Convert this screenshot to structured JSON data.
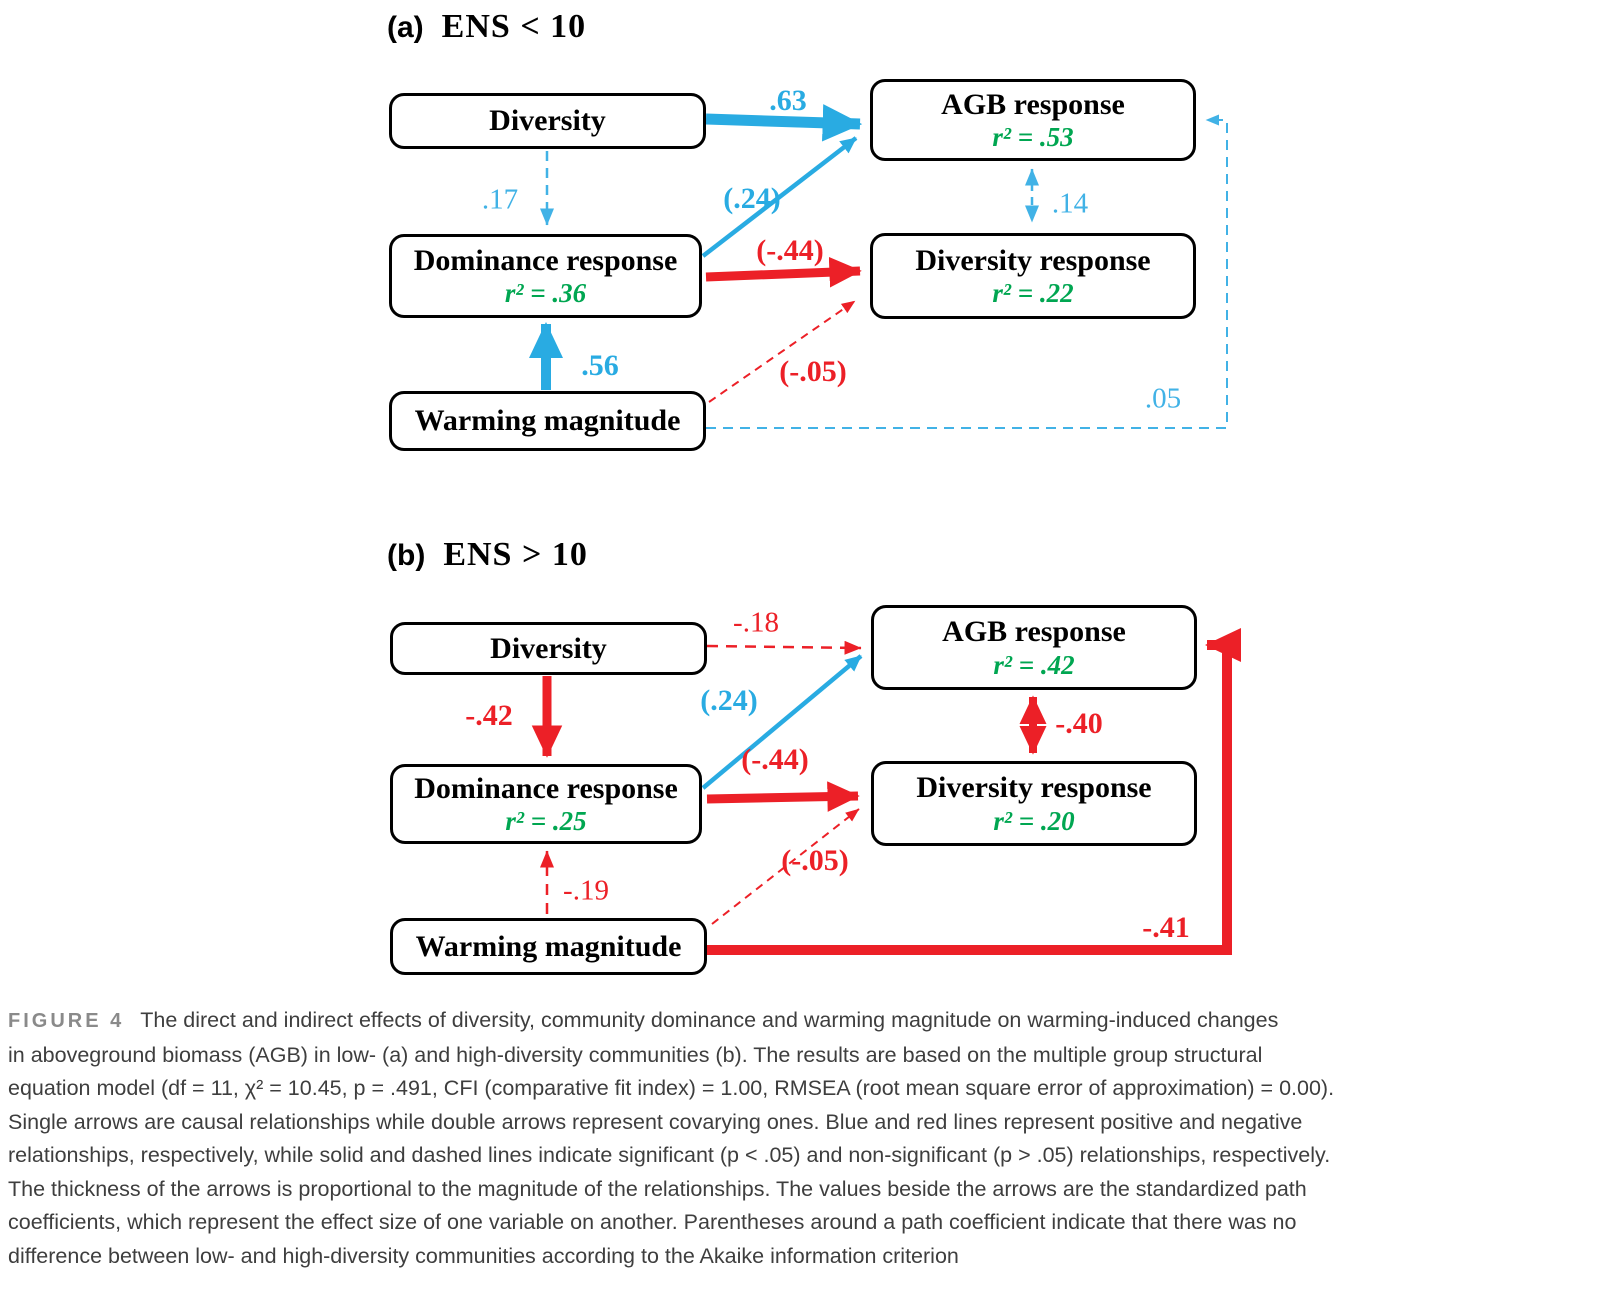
{
  "colors": {
    "blue": "#29ABE2",
    "blue_light": "#41B2E6",
    "red": "#EC2027",
    "green": "#00A651"
  },
  "panels": [
    {
      "label": "(a)",
      "title": "ENS < 10",
      "boxes": {
        "diversity": "Diversity",
        "agb": "AGB response",
        "agb_r2": "r² = .53",
        "dominance": "Dominance response",
        "dominance_r2": "r² = .36",
        "diversity_response": "Diversity response",
        "diversity_response_r2": "r² = .22",
        "warming": "Warming magnitude"
      },
      "coefficients": {
        "diversity_to_agb": ".63",
        "dominance_to_agb": "(.24)",
        "diversity_to_dominance": ".17",
        "dominance_to_diversity_response": "(-.44)",
        "warming_to_dominance": ".56",
        "warming_to_diversity_response": "(-.05)",
        "warming_to_agb": ".05",
        "agb_diversity_response_covariance": ".14"
      }
    },
    {
      "label": "(b)",
      "title": "ENS > 10",
      "boxes": {
        "diversity": "Diversity",
        "agb": "AGB response",
        "agb_r2": "r² = .42",
        "dominance": "Dominance response",
        "dominance_r2": "r² = .25",
        "diversity_response": "Diversity response",
        "diversity_response_r2": "r² = .20",
        "warming": "Warming magnitude"
      },
      "coefficients": {
        "diversity_to_agb": "-.18",
        "diversity_to_dominance": "-.42",
        "dominance_to_agb": "(.24)",
        "dominance_to_diversity_response": "(-.44)",
        "warming_to_dominance": "-.19",
        "warming_to_diversity_response": "(-.05)",
        "warming_to_agb": "-.41",
        "agb_diversity_response_covariance": "-.40"
      }
    }
  ],
  "caption": {
    "label": "FIGURE 4",
    "lines": [
      "The direct and indirect effects of diversity, community dominance and warming magnitude on warming-induced changes",
      "in aboveground biomass (AGB) in low- (a) and high-diversity communities (b). The results are based on the multiple group structural",
      "equation model (df = 11, χ² = 10.45, p = .491, CFI (comparative fit index) = 1.00, RMSEA (root mean square error of approximation) = 0.00).",
      "Single arrows are causal relationships while double arrows represent covarying ones. Blue and red lines represent positive and negative",
      "relationships, respectively, while solid and dashed lines indicate significant (p < .05) and non-significant (p > .05) relationships, respectively.",
      "The thickness of the arrows is proportional to the magnitude of the relationships. The values beside the arrows are the standardized path",
      "coefficients, which represent the effect size of one variable on another. Parentheses around a path coefficient indicate that there was no",
      "difference between low- and high-diversity communities according to the Akaike information criterion"
    ]
  }
}
